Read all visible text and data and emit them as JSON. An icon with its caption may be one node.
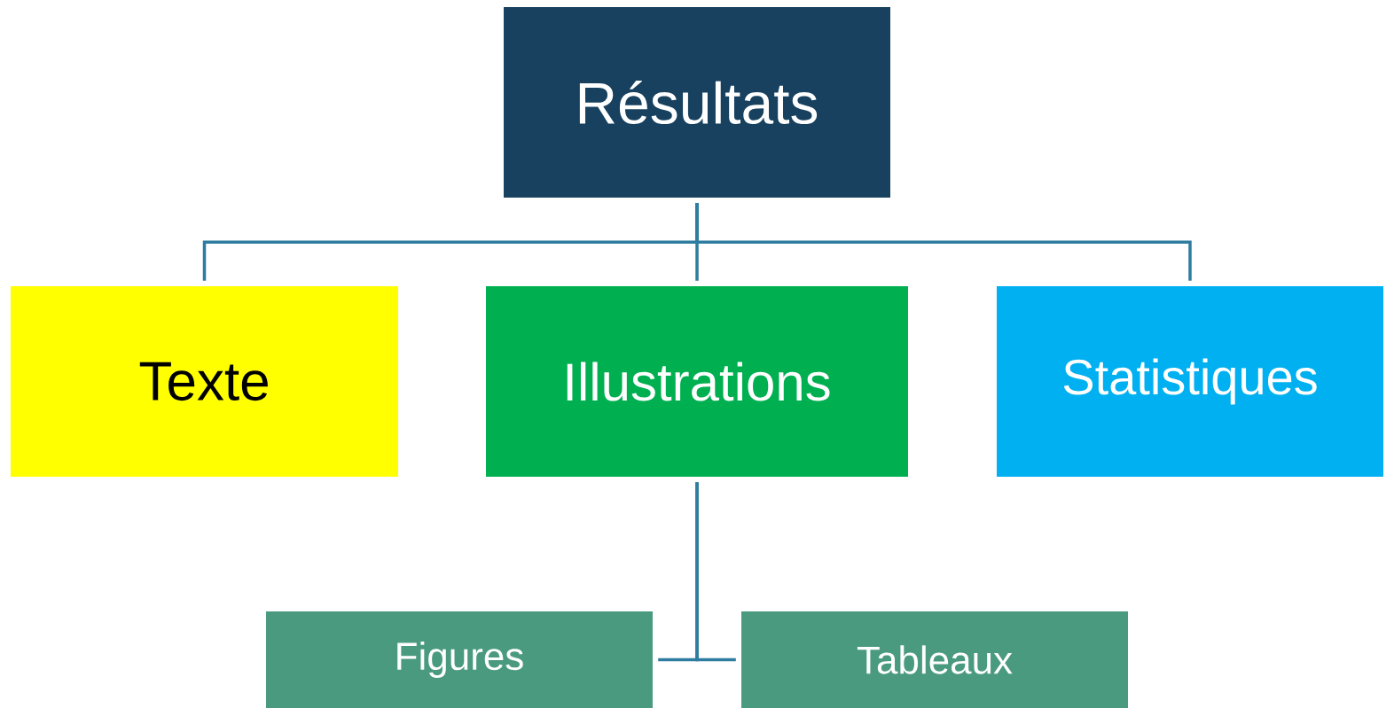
{
  "diagram": {
    "nodes": [
      {
        "text": [
          "Résultats"
        ]
      },
      {
        "text": [
          "Texte"
        ]
      },
      {
        "text": [
          "Illustrations"
        ]
      },
      {
        "text": [
          "Statistiques"
        ]
      },
      {
        "text": [
          "Figures"
        ]
      },
      {
        "text": [
          "Tableaux"
        ]
      }
    ],
    "edges": [
      {
        "from": 0,
        "to": 1,
        "arrow": "none"
      },
      {
        "from": 0,
        "to": 2,
        "arrow": "none"
      },
      {
        "from": 0,
        "to": 3,
        "arrow": "none"
      },
      {
        "from": 2,
        "to": 4,
        "arrow": "none"
      },
      {
        "from": 2,
        "to": 5,
        "arrow": "none"
      }
    ]
  }
}
